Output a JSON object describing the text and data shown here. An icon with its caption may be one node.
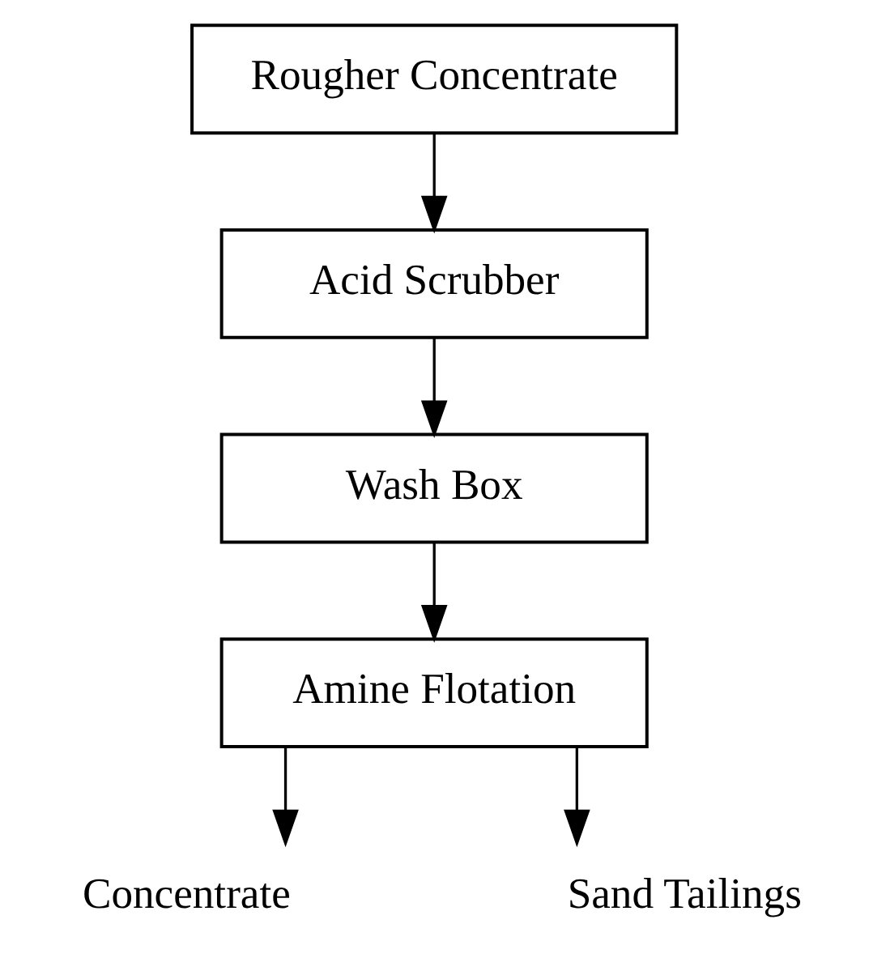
{
  "diagram": {
    "nodes": [
      {
        "text": [
          "Rougher Concentrate"
        ]
      },
      {
        "text": [
          "Acid Scrubber"
        ]
      },
      {
        "text": [
          "Wash Box"
        ]
      },
      {
        "text": [
          "Amine Flotation"
        ]
      },
      {
        "text": [
          "Concentrate"
        ]
      },
      {
        "text": [
          "Sand Tailings"
        ]
      }
    ],
    "edges": [
      {
        "from": 0,
        "to": 1,
        "arrow": "to"
      },
      {
        "from": 1,
        "to": 2,
        "arrow": "to"
      },
      {
        "from": 2,
        "to": 3,
        "arrow": "to"
      },
      {
        "from": 3,
        "to": 4,
        "arrow": "to"
      },
      {
        "from": 3,
        "to": 5,
        "arrow": "to"
      }
    ]
  }
}
